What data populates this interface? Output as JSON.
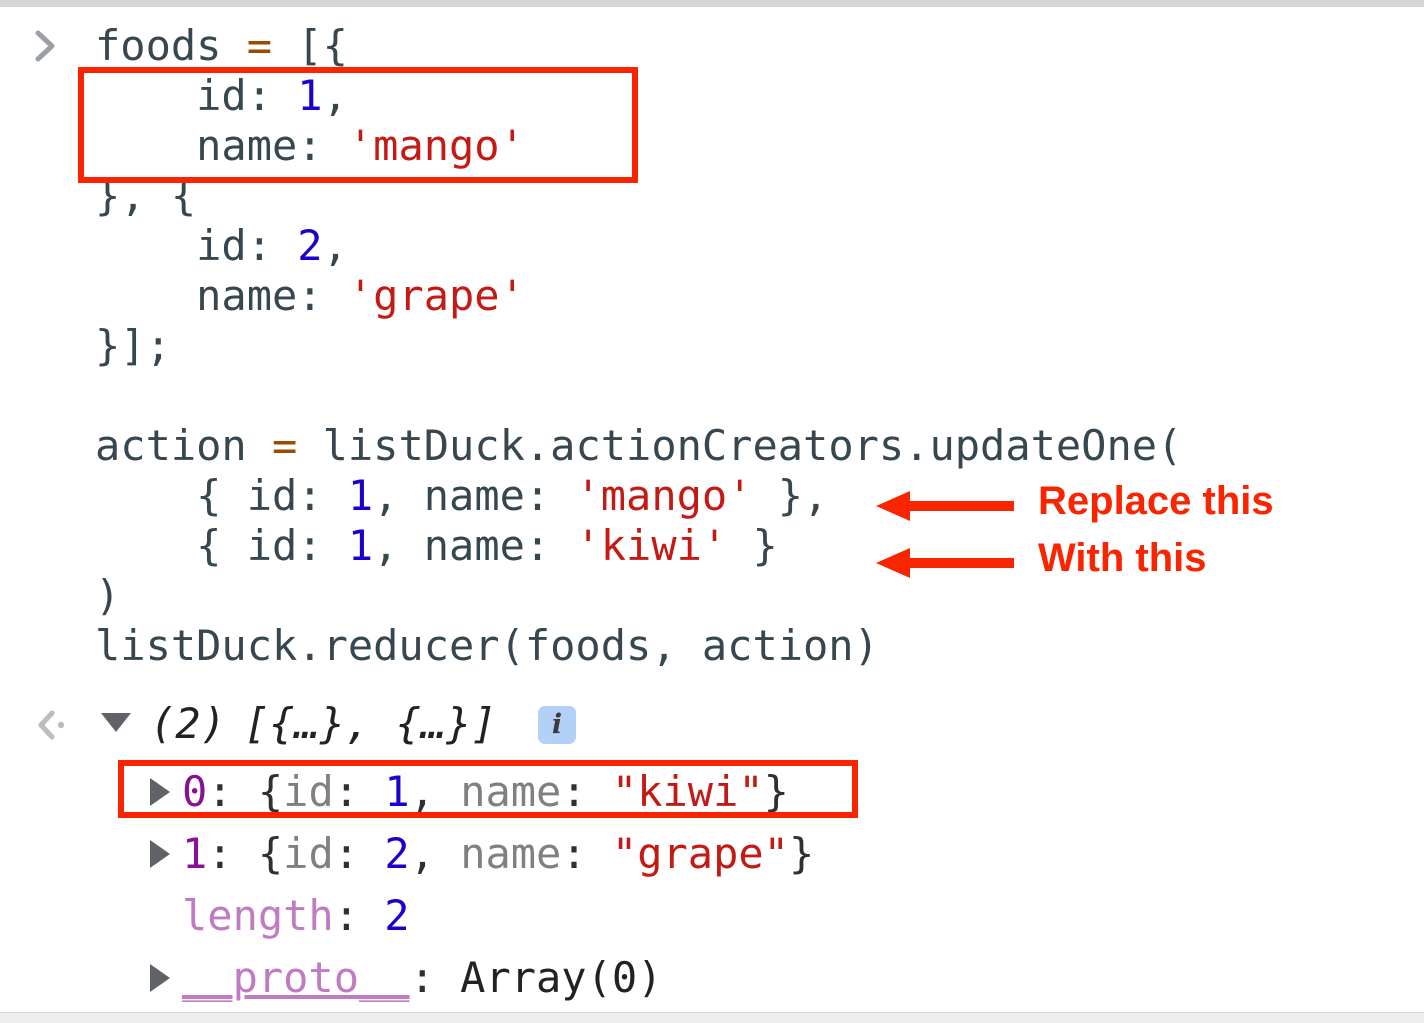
{
  "window": {
    "kind": "devtools-console",
    "background": "#ffffff",
    "chrome_band_color": "#d6d6d6"
  },
  "palette": {
    "plain": "#37474f",
    "number": "#1a01cc",
    "string": "#c41a16",
    "operator": "#9c4a00",
    "object_key": "#808080",
    "array_index": "#881391",
    "proto_key": "#c17bc1",
    "highlight_red": "#f92500",
    "info_badge_bg": "#b3d0f7"
  },
  "console": {
    "prompt_icon": "chevron-right-icon",
    "return_icon": "return-arrow-icon",
    "input": {
      "lines": [
        {
          "id": "line-foods-open",
          "tokens": [
            {
              "text": "foods ",
              "style": "plain"
            },
            {
              "text": "=",
              "style": "operator"
            },
            {
              "text": " [{",
              "style": "plain"
            }
          ]
        },
        {
          "id": "line-id-1",
          "tokens": [
            {
              "text": "    id: ",
              "style": "plain"
            },
            {
              "text": "1",
              "style": "number"
            },
            {
              "text": ",",
              "style": "plain"
            }
          ]
        },
        {
          "id": "line-name-mango",
          "tokens": [
            {
              "text": "    name: ",
              "style": "plain"
            },
            {
              "text": "'mango'",
              "style": "string"
            }
          ]
        },
        {
          "id": "line-obj-sep",
          "tokens": [
            {
              "text": "}, {",
              "style": "plain"
            }
          ]
        },
        {
          "id": "line-id-2",
          "tokens": [
            {
              "text": "    id: ",
              "style": "plain"
            },
            {
              "text": "2",
              "style": "number"
            },
            {
              "text": ",",
              "style": "plain"
            }
          ]
        },
        {
          "id": "line-name-grape",
          "tokens": [
            {
              "text": "    name: ",
              "style": "plain"
            },
            {
              "text": "'grape'",
              "style": "string"
            }
          ]
        },
        {
          "id": "line-array-close",
          "tokens": [
            {
              "text": "}];",
              "style": "plain"
            }
          ]
        },
        {
          "id": "line-action-assign",
          "tokens": [
            {
              "text": "action ",
              "style": "plain"
            },
            {
              "text": "=",
              "style": "operator"
            },
            {
              "text": " listDuck.actionCreators.updateOne(",
              "style": "plain"
            }
          ]
        },
        {
          "id": "line-arg-mango",
          "tokens": [
            {
              "text": "    { id: ",
              "style": "plain"
            },
            {
              "text": "1",
              "style": "number"
            },
            {
              "text": ", name: ",
              "style": "plain"
            },
            {
              "text": "'mango'",
              "style": "string"
            },
            {
              "text": " },",
              "style": "plain"
            }
          ]
        },
        {
          "id": "line-arg-kiwi",
          "tokens": [
            {
              "text": "    { id: ",
              "style": "plain"
            },
            {
              "text": "1",
              "style": "number"
            },
            {
              "text": ", name: ",
              "style": "plain"
            },
            {
              "text": "'kiwi'",
              "style": "string"
            },
            {
              "text": " }",
              "style": "plain"
            }
          ]
        },
        {
          "id": "line-call-close",
          "tokens": [
            {
              "text": ")",
              "style": "plain"
            }
          ]
        },
        {
          "id": "line-reducer-call",
          "tokens": [
            {
              "text": "listDuck.reducer(foods, action)",
              "style": "plain"
            }
          ]
        }
      ]
    },
    "output": {
      "summary": {
        "count_label": "(2)",
        "preview": "[{…}, {…}]",
        "expanded": true,
        "info_badge": "i"
      },
      "rows": [
        {
          "id": "row-0",
          "expandable": true,
          "index": "0",
          "body_tokens": [
            {
              "text": ": {",
              "style": "punct"
            },
            {
              "text": "id",
              "style": "key"
            },
            {
              "text": ": ",
              "style": "punct"
            },
            {
              "text": "1",
              "style": "number"
            },
            {
              "text": ", ",
              "style": "punct"
            },
            {
              "text": "name",
              "style": "key"
            },
            {
              "text": ": ",
              "style": "punct"
            },
            {
              "text": "\"kiwi\"",
              "style": "string"
            },
            {
              "text": "}",
              "style": "punct"
            }
          ]
        },
        {
          "id": "row-1",
          "expandable": true,
          "index": "1",
          "body_tokens": [
            {
              "text": ": {",
              "style": "punct"
            },
            {
              "text": "id",
              "style": "key"
            },
            {
              "text": ": ",
              "style": "punct"
            },
            {
              "text": "2",
              "style": "number"
            },
            {
              "text": ", ",
              "style": "punct"
            },
            {
              "text": "name",
              "style": "key"
            },
            {
              "text": ": ",
              "style": "punct"
            },
            {
              "text": "\"grape\"",
              "style": "string"
            },
            {
              "text": "}",
              "style": "punct"
            }
          ]
        },
        {
          "id": "row-length",
          "expandable": false,
          "key": "length",
          "value": "2"
        },
        {
          "id": "row-proto",
          "expandable": true,
          "key": "__proto__",
          "value": "Array(0)"
        }
      ]
    }
  },
  "annotations": {
    "replace_label": "Replace this",
    "with_label": "With this",
    "boxes": [
      {
        "id": "box-foods-first-entry"
      },
      {
        "id": "box-output-row-0"
      }
    ]
  },
  "text": {
    "l0_a": "foods ",
    "l0_eq": "=",
    "l0_b": " [{",
    "l1_a": "    id: ",
    "l1_num": "1",
    "l1_b": ",",
    "l2_a": "    name: ",
    "l2_str": "'mango'",
    "l3": "}, {",
    "l4_a": "    id: ",
    "l4_num": "2",
    "l4_b": ",",
    "l5_a": "    name: ",
    "l5_str": "'grape'",
    "l6": "}];",
    "l7_a": "action ",
    "l7_eq": "=",
    "l7_b": " listDuck.actionCreators.updateOne(",
    "l8_a": "    { id: ",
    "l8_num": "1",
    "l8_b": ", name: ",
    "l8_str": "'mango'",
    "l8_c": " },",
    "l9_a": "    { id: ",
    "l9_num": "1",
    "l9_b": ", name: ",
    "l9_str": "'kiwi'",
    "l9_c": " }",
    "l10": ")",
    "l11": "listDuck.reducer(foods, action)",
    "out_count": "(2)",
    "out_preview": "[{…}, {…}]",
    "out_info": "i",
    "r0_idx": "0",
    "r0_open": ": {",
    "r0_k1": "id",
    "r0_c1": ": ",
    "r0_v1": "1",
    "r0_sep": ", ",
    "r0_k2": "name",
    "r0_c2": ": ",
    "r0_v2": "\"kiwi\"",
    "r0_close": "}",
    "r1_idx": "1",
    "r1_open": ": {",
    "r1_k1": "id",
    "r1_c1": ": ",
    "r1_v1": "2",
    "r1_sep": ", ",
    "r1_k2": "name",
    "r1_c2": ": ",
    "r1_v2": "\"grape\"",
    "r1_close": "}",
    "rl_key": "length",
    "rl_colon": ": ",
    "rl_val": "2",
    "rp_key": "__proto__",
    "rp_colon": ": ",
    "rp_val": "Array(0)",
    "anno_replace": "Replace this",
    "anno_with": "With this"
  }
}
